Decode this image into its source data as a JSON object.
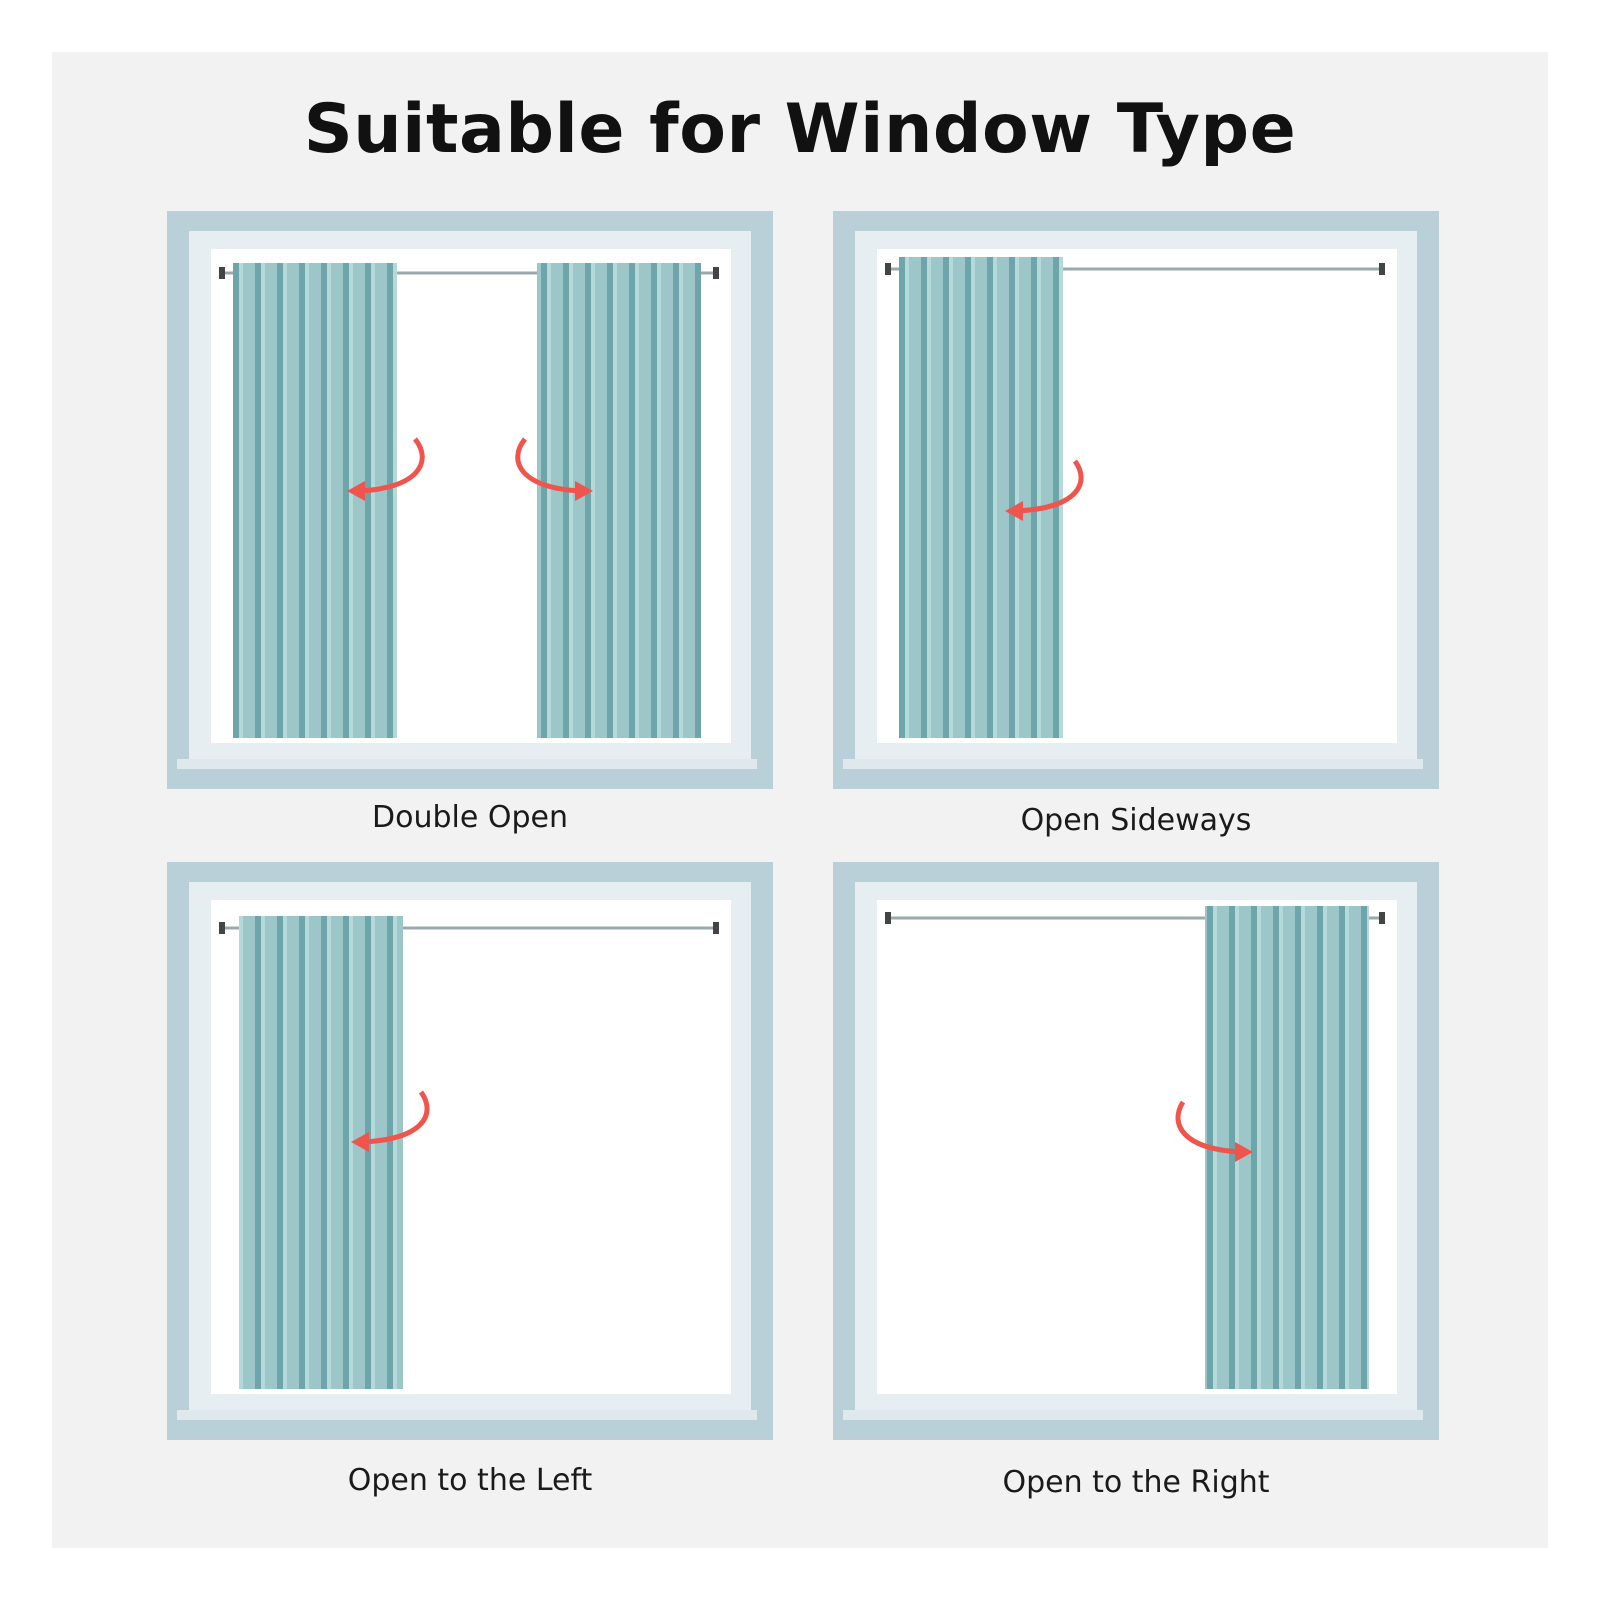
{
  "title": "Suitable for Window Type",
  "panels": [
    {
      "caption": "Double Open"
    },
    {
      "caption": "Open Sideways"
    },
    {
      "caption": "Open to the Left"
    },
    {
      "caption": "Open to the Right"
    }
  ],
  "colors": {
    "background": "#f2f2f2",
    "wall": "#b9d0d8",
    "frame": "#e6eef1",
    "curtain": "#8fbcbf",
    "curtain_shadow": "#5f9aa0",
    "arrow": "#f0554d",
    "window_light": "#ffffff"
  }
}
